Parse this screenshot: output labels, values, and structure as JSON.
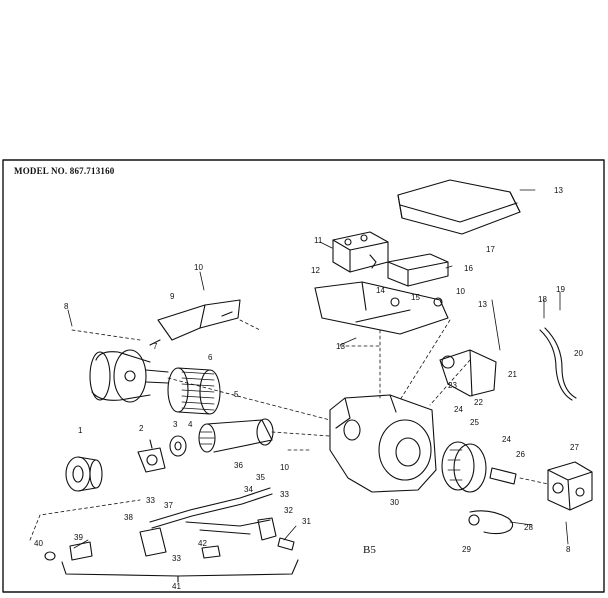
{
  "header": {
    "model_label": "MODEL NO. 867.713160"
  },
  "footer": {
    "diagram_code": "B5"
  },
  "callouts": [
    {
      "id": "c1",
      "text": "1"
    },
    {
      "id": "c2",
      "text": "2"
    },
    {
      "id": "c3",
      "text": "3"
    },
    {
      "id": "c4",
      "text": "4"
    },
    {
      "id": "c5",
      "text": "5"
    },
    {
      "id": "c6",
      "text": "6"
    },
    {
      "id": "c7",
      "text": "7"
    },
    {
      "id": "c8a",
      "text": "8"
    },
    {
      "id": "c8b",
      "text": "8"
    },
    {
      "id": "c9",
      "text": "9"
    },
    {
      "id": "c10a",
      "text": "10"
    },
    {
      "id": "c10b",
      "text": "10"
    },
    {
      "id": "c10c",
      "text": "10"
    },
    {
      "id": "c11",
      "text": "11"
    },
    {
      "id": "c12",
      "text": "12"
    },
    {
      "id": "c13a",
      "text": "13"
    },
    {
      "id": "c13b",
      "text": "13"
    },
    {
      "id": "c13c",
      "text": "13"
    },
    {
      "id": "c14",
      "text": "14"
    },
    {
      "id": "c15",
      "text": "15"
    },
    {
      "id": "c16",
      "text": "16"
    },
    {
      "id": "c17",
      "text": "17"
    },
    {
      "id": "c18",
      "text": "18"
    },
    {
      "id": "c19",
      "text": "19"
    },
    {
      "id": "c20",
      "text": "20"
    },
    {
      "id": "c21",
      "text": "21"
    },
    {
      "id": "c22",
      "text": "22"
    },
    {
      "id": "c23",
      "text": "23"
    },
    {
      "id": "c24a",
      "text": "24"
    },
    {
      "id": "c24b",
      "text": "24"
    },
    {
      "id": "c25",
      "text": "25"
    },
    {
      "id": "c26",
      "text": "26"
    },
    {
      "id": "c27",
      "text": "27"
    },
    {
      "id": "c28",
      "text": "28"
    },
    {
      "id": "c29",
      "text": "29"
    },
    {
      "id": "c30",
      "text": "30"
    },
    {
      "id": "c31",
      "text": "31"
    },
    {
      "id": "c32",
      "text": "32"
    },
    {
      "id": "c33a",
      "text": "33"
    },
    {
      "id": "c33b",
      "text": "33"
    },
    {
      "id": "c33c",
      "text": "33"
    },
    {
      "id": "c34",
      "text": "34"
    },
    {
      "id": "c35",
      "text": "35"
    },
    {
      "id": "c36",
      "text": "36"
    },
    {
      "id": "c37",
      "text": "37"
    },
    {
      "id": "c38",
      "text": "38"
    },
    {
      "id": "c39",
      "text": "39"
    },
    {
      "id": "c40",
      "text": "40"
    },
    {
      "id": "c41",
      "text": "41"
    },
    {
      "id": "c42",
      "text": "42"
    }
  ]
}
